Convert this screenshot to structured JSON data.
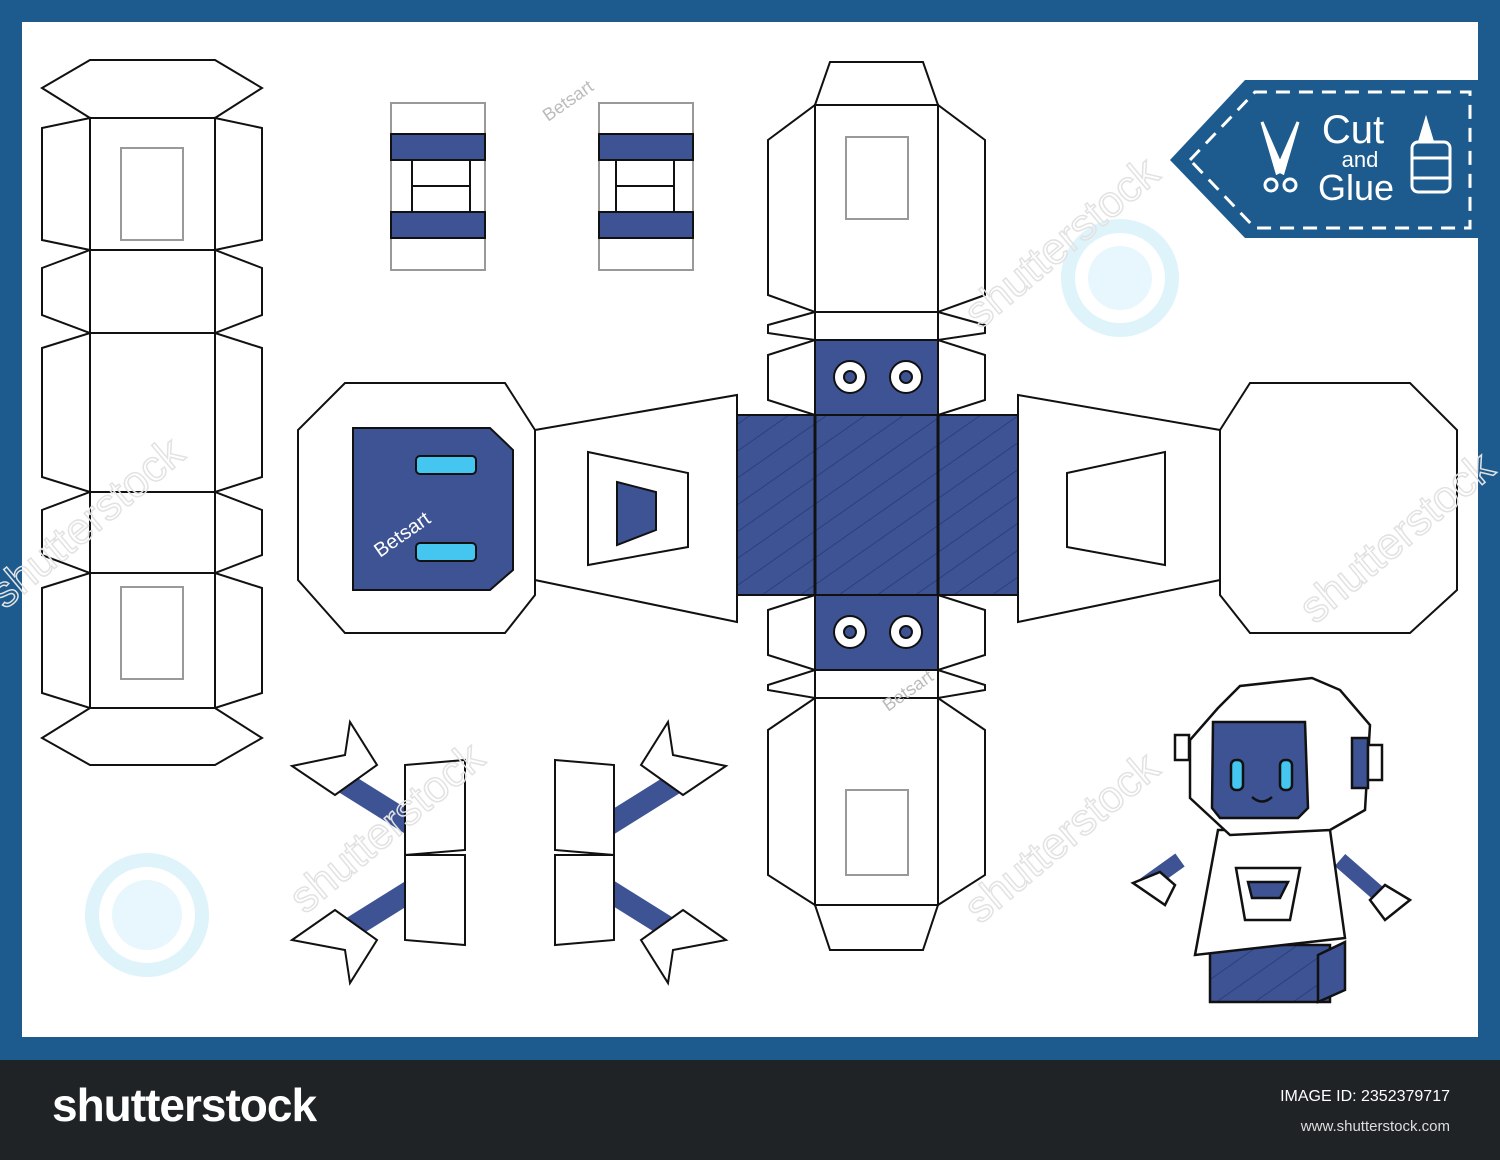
{
  "badge": {
    "line1": "Cut",
    "line2": "and",
    "line3": "Glue",
    "icons": [
      "scissors-icon",
      "glue-bottle-icon"
    ]
  },
  "artist_mark": "Betsart",
  "watermark": "shutterstock",
  "footer": {
    "logo": "shutterstock",
    "image_id": "IMAGE ID: 2352379717",
    "site": "www.shutterstock.com"
  },
  "colors": {
    "frame": "#1d5b8e",
    "navy": "#3e5394",
    "cyan": "#44c6f0",
    "footer": "#202326"
  }
}
